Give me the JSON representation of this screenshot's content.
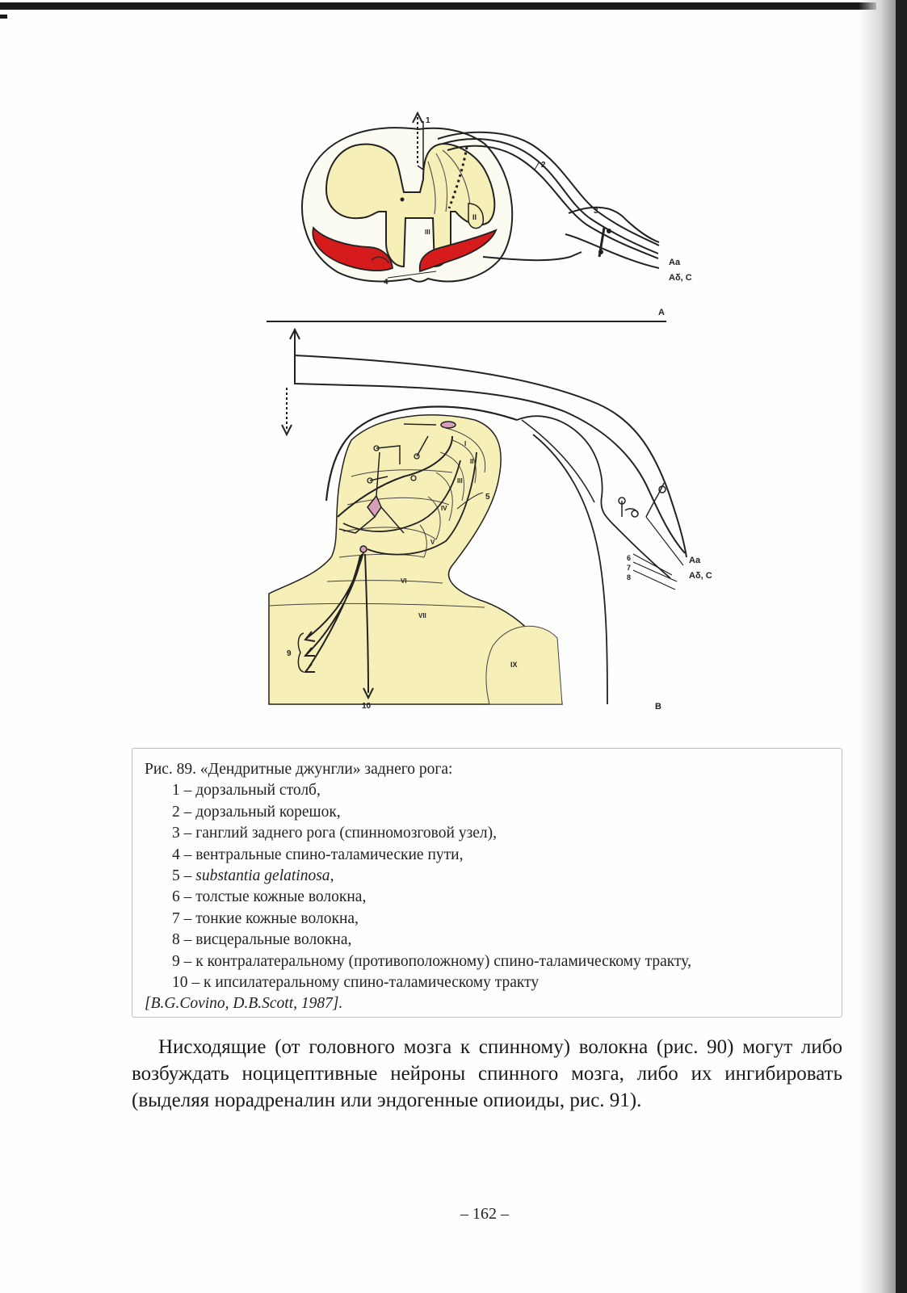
{
  "figure": {
    "panel_labels": [
      "A",
      "B"
    ],
    "panel_a": {
      "labels": [
        "1",
        "2",
        "3",
        "4"
      ],
      "laminae": [
        "II",
        "III"
      ],
      "fibers": [
        "Aa",
        "Aδ, C"
      ]
    },
    "panel_b": {
      "laminae": [
        "I",
        "II",
        "III",
        "IV",
        "V",
        "VI",
        "VII",
        "IX"
      ],
      "labels": [
        "5",
        "6",
        "7",
        "8",
        "9",
        "10"
      ],
      "fibers": [
        "Aa",
        "Aδ, C"
      ]
    },
    "colors": {
      "gray_matter": "#f6f0b8",
      "ventral_tract": "#d51b1b",
      "white_matter": "#fbfbf1",
      "outline": "#222222"
    }
  },
  "caption": {
    "title": "Рис. 89. «Дендритные джунгли» заднего рога:",
    "items": [
      "1 – дорзальный столб,",
      "2 – дорзальный корешок,",
      "3 – ганглий заднего рога (спинномозговой узел),",
      "4 – вентральные спино-таламические пути,",
      "5 – substantia gelatinosa,",
      "6 – толстые кожные волокна,",
      "7 – тонкие кожные волокна,",
      "8 – висцеральные волокна,",
      "9 – к контралатеральному (противоположному) спино-таламическому тракту,",
      "10 – к ипсилатеральному спино-таламическому тракту"
    ],
    "citation": "[B.G.Covino, D.B.Scott, 1987]."
  },
  "body": {
    "paragraph": "Нисходящие (от головного мозга к спинному) волокна (рис. 90) могут либо возбуждать ноцицептивные нейроны спинного мозга, либо их ингибировать (выделяя норадреналин или эндогенные опиоиды, рис. 91)."
  },
  "page_number": "– 162 –"
}
